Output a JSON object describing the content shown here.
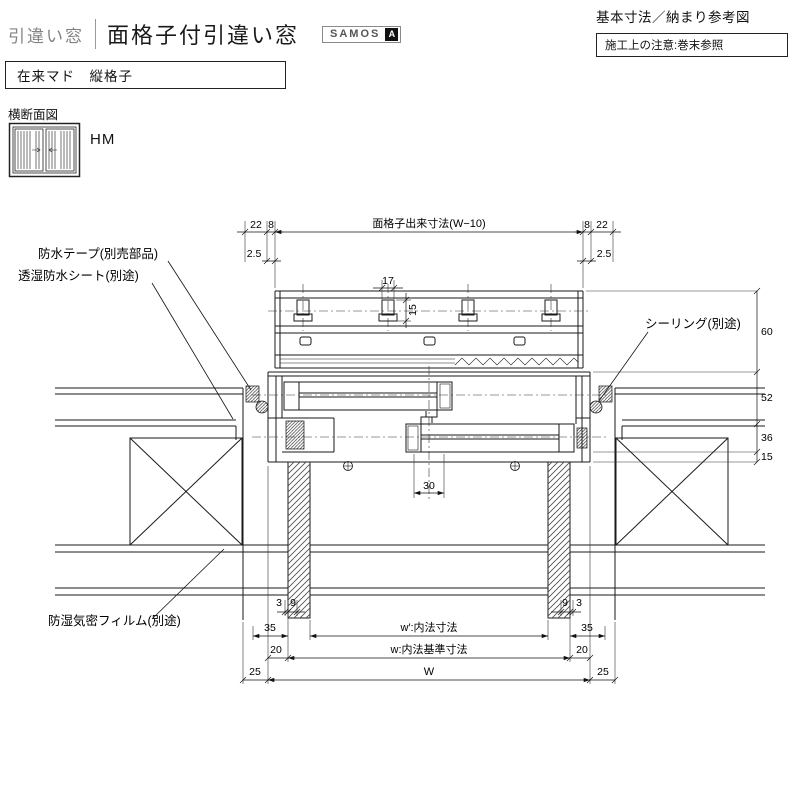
{
  "header": {
    "category": "引違い窓",
    "title": "面格子付引違い窓",
    "badge_brand": "SAMOS",
    "badge_mark": "A",
    "right_title": "基本寸法／納まり参考図",
    "right_note": "施工上の注意:巻末参照"
  },
  "subheader": {
    "type_label": "在来マド　縦格子"
  },
  "section": {
    "view_label": "横断面図",
    "model_code": "HM"
  },
  "callouts": {
    "waterproof_tape": "防水テープ(別売部品)",
    "breathable_sheet": "透湿防水シート(別途)",
    "sealing": "シーリング(別途)",
    "vapor_film": "防湿気密フィルム(別途)"
  },
  "dimensions": {
    "grille_width_label": "面格子出来寸法(W−10)",
    "top_left": [
      "22",
      "8"
    ],
    "top_left_offset": "2.5",
    "top_right": [
      "8",
      "22"
    ],
    "top_right_offset": "2.5",
    "bracket_width": "17",
    "bracket_height": "15",
    "right_chain": [
      "60",
      "52",
      "36",
      "15"
    ],
    "meeting_overlap": "30",
    "bottom_left_small": [
      "3",
      "9"
    ],
    "bottom_right_small": [
      "9",
      "3"
    ],
    "side_35_left": "35",
    "side_35_right": "35",
    "side_20_left": "20",
    "side_20_right": "20",
    "side_25_left": "25",
    "side_25_right": "25",
    "inner_width_label": "w′:内法寸法",
    "inner_base_label": "w:内法基準寸法",
    "overall_width_label": "W"
  }
}
